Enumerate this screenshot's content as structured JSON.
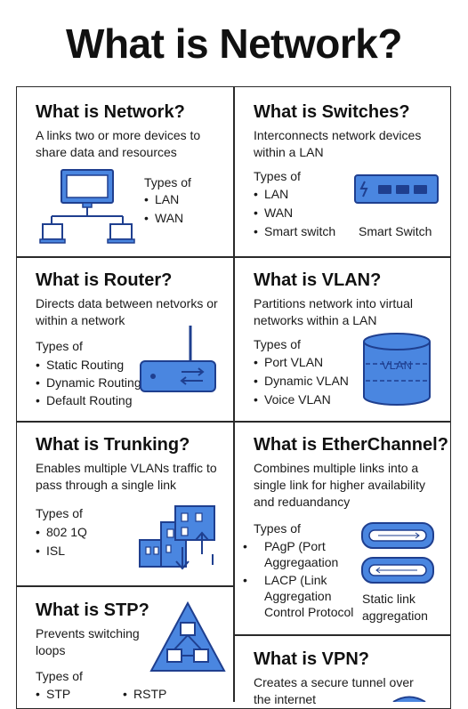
{
  "title": "What is Network?",
  "colors": {
    "accent": "#4a86e0",
    "stroke": "#1f3f8f",
    "border": "#2a2a2a"
  },
  "cards": {
    "network": {
      "title": "What is Network?",
      "desc": "A links two or more devices to share data and resources",
      "types_heading": "Types of",
      "types": [
        "LAN",
        "WAN"
      ],
      "icon": "network-topology-icon"
    },
    "switches": {
      "title": "What is Switches?",
      "desc": "Interconnects network devices within a LAN",
      "types_heading": "Types of",
      "types": [
        "LAN",
        "WAN",
        "Smart switch"
      ],
      "caption": "Smart Switch",
      "icon": "switch-icon"
    },
    "router": {
      "title": "What is Router?",
      "desc": "Directs data between netvorks or within a network",
      "types_heading": "Types of",
      "types": [
        "Static Routing",
        "Dynamic Routing",
        "Default Routing"
      ],
      "icon": "router-icon"
    },
    "vlan": {
      "title": "What is VLAN?",
      "desc": "Partitions network into virtual networks within a LAN",
      "types_heading": "Types of",
      "types": [
        "Port VLAN",
        "Dynamic VLAN",
        "Voice VLAN"
      ],
      "cylinder_label": "VLAN",
      "icon": "database-cylinder-icon"
    },
    "trunking": {
      "title": "What is Trunking?",
      "desc": "Enables multiple VLANs traffic to pass through a single link",
      "types_heading": "Types of",
      "types": [
        "802 1Q",
        "ISL"
      ],
      "icon": "buildings-icon"
    },
    "etherchannel": {
      "title": "What is EtherChannel?",
      "desc": "Combines multiple links into a single link for higher availability and reduandancy",
      "types_heading": "Types of",
      "types": [
        "PAgP (Port Aggregaation",
        "LACP (Link Aggregation Control Protocol"
      ],
      "caption": "Static link aggregation",
      "icon": "link-aggregation-icon"
    },
    "stp": {
      "title": "What is STP?",
      "desc": "Prevents switching loops",
      "types_heading": "Types of",
      "types": [
        "STP",
        "RSTP"
      ],
      "icon": "triangle-topology-icon"
    },
    "vpn": {
      "title": "What is VPN?",
      "desc": "Creates a secure tunnel over the internet",
      "icon": "globe-icon"
    }
  }
}
